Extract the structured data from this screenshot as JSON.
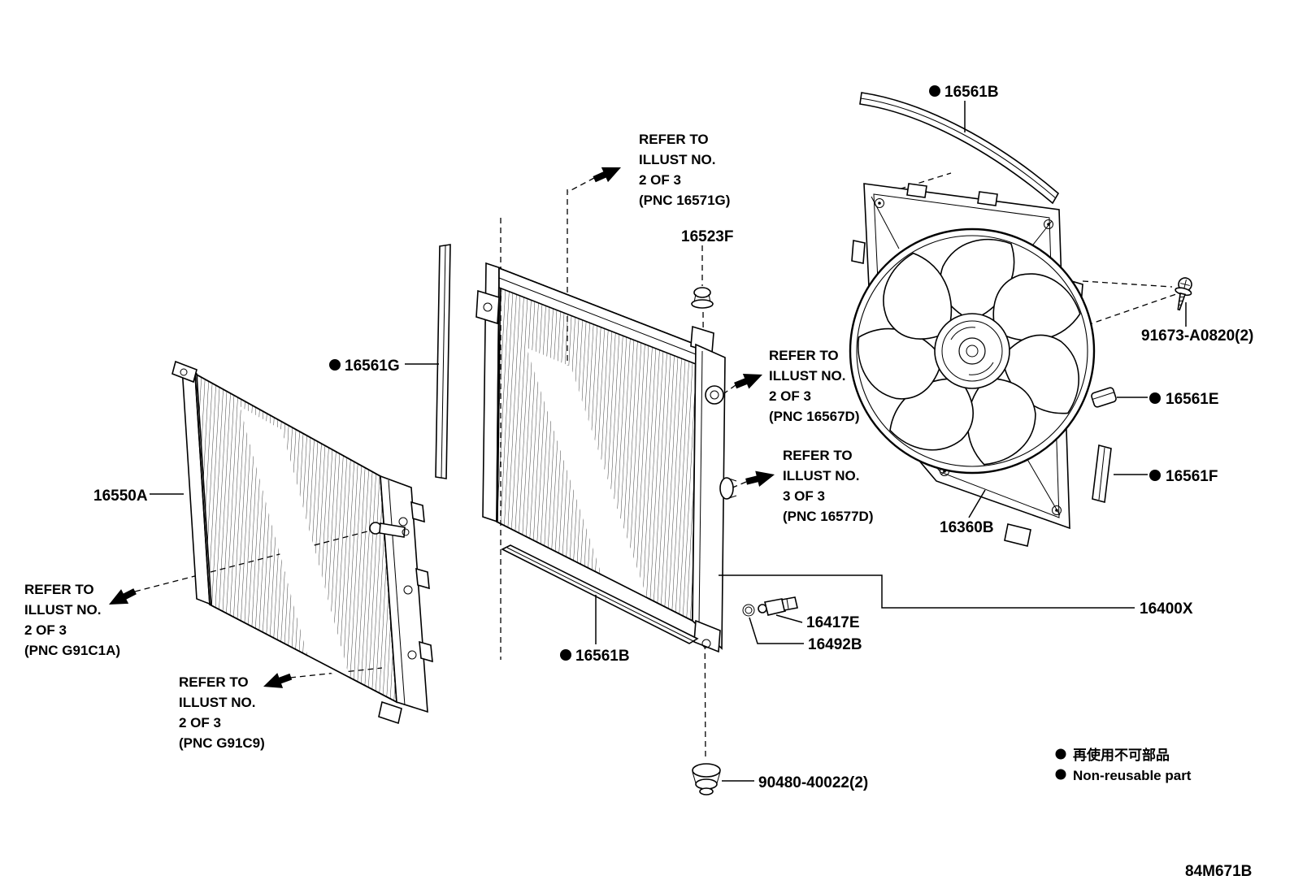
{
  "meta": {
    "drawing_number": "84M671B"
  },
  "legend": {
    "jp": "再使用不可部品",
    "en": "Non-reusable part"
  },
  "parts": {
    "p16550A": "16550A",
    "p16561G": "16561G",
    "p16523F": "16523F",
    "p16561B_top": "16561B",
    "p16561B_bottom": "16561B",
    "p91673": "91673-A0820(2)",
    "p16561E": "16561E",
    "p16561F": "16561F",
    "p16360B": "16360B",
    "p16400X": "16400X",
    "p16417E": "16417E",
    "p16492B": "16492B",
    "p90480": "90480-40022(2)"
  },
  "notes": {
    "n16571G": {
      "l1": "REFER TO",
      "l2": "ILLUST NO.",
      "l3": "2 OF 3",
      "l4": "(PNC 16571G)"
    },
    "n16567D": {
      "l1": "REFER TO",
      "l2": "ILLUST NO.",
      "l3": "2 OF 3",
      "l4": "(PNC 16567D)"
    },
    "n16577D": {
      "l1": "REFER TO",
      "l2": "ILLUST NO.",
      "l3": "3 OF 3",
      "l4": "(PNC 16577D)"
    },
    "nG91C1A": {
      "l1": "REFER TO",
      "l2": "ILLUST NO.",
      "l3": "2 OF 3",
      "l4": "(PNC G91C1A)"
    },
    "nG91C9": {
      "l1": "REFER TO",
      "l2": "ILLUST NO.",
      "l3": "2 OF 3",
      "l4": "(PNC G91C9)"
    }
  }
}
